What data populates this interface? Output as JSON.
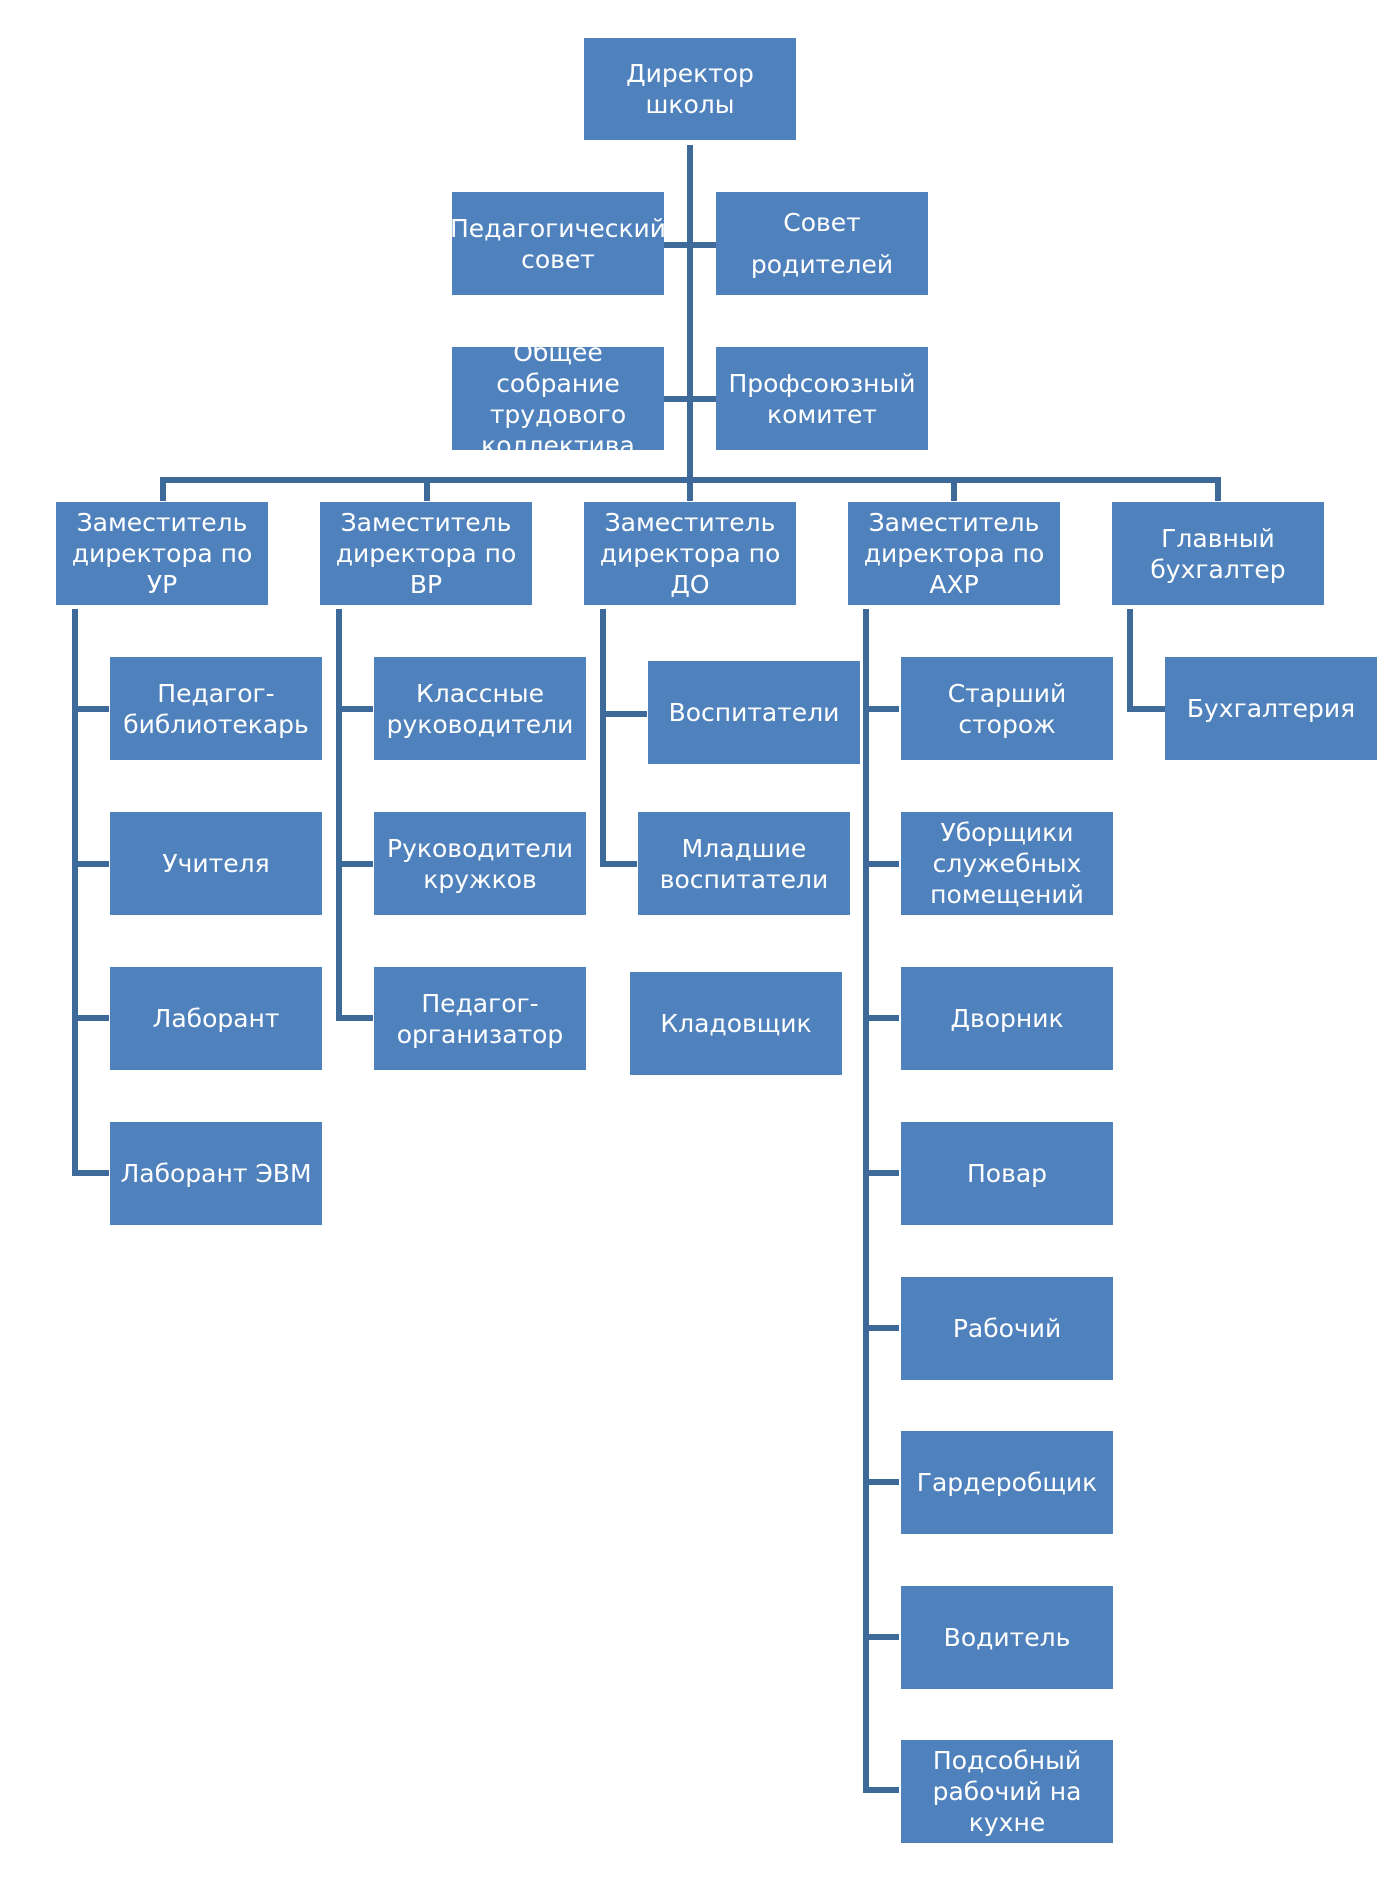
{
  "director": "Директор школы",
  "councils": {
    "pedagogical": "Педагогический\nсовет",
    "parents": "Совет\nродителей",
    "general_meeting": "Общее собрание\nтрудового\nколлектива",
    "union": "Профсоюзный\nкомитет"
  },
  "deputies": {
    "ur": {
      "title": "Заместитель\nдиректора по УР",
      "staff": [
        "Педагог-\nбиблиотекарь",
        "Учителя",
        "Лаборант",
        "Лаборант ЭВМ"
      ]
    },
    "vr": {
      "title": "Заместитель\nдиректора по ВР",
      "staff": [
        "Классные\nруководители",
        "Руководители\nкружков",
        "Педагог-\nорганизатор"
      ]
    },
    "do": {
      "title": "Заместитель\nдиректора по ДО",
      "staff": [
        "Воспитатели",
        "Младшие\nвоспитатели",
        "Кладовщик"
      ]
    },
    "ahr": {
      "title": "Заместитель\nдиректора по АХР",
      "staff": [
        "Старший сторож",
        "Уборщики\nслужебных\nпомещений",
        "Дворник",
        "Повар",
        "Рабочий",
        "Гардеробщик",
        "Водитель",
        "Подсобный\nрабочий на кухне"
      ]
    },
    "accountant": {
      "title": "Главный\nбухгалтер",
      "staff": [
        "Бухгалтерия"
      ]
    }
  },
  "colors": {
    "box": "#4f81bd",
    "line": "#3e6a9a",
    "text": "#ffffff"
  }
}
